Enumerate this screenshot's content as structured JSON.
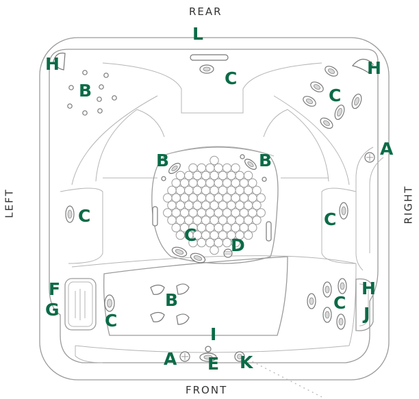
{
  "orientation": {
    "rear": "REAR",
    "front": "FRONT",
    "left": "LEFT",
    "right": "RIGHT"
  },
  "labels": [
    {
      "id": "L-top",
      "text": "L"
    },
    {
      "id": "H-left",
      "text": "H"
    },
    {
      "id": "H-right",
      "text": "H"
    },
    {
      "id": "C-top",
      "text": "C"
    },
    {
      "id": "B-topleft",
      "text": "B"
    },
    {
      "id": "C-topright",
      "text": "C"
    },
    {
      "id": "A-right",
      "text": "A"
    },
    {
      "id": "B-centerleft",
      "text": "B"
    },
    {
      "id": "B-centerright",
      "text": "B"
    },
    {
      "id": "C-left",
      "text": "C"
    },
    {
      "id": "C-right",
      "text": "C"
    },
    {
      "id": "C-center",
      "text": "C"
    },
    {
      "id": "D-center",
      "text": "D"
    },
    {
      "id": "F-left",
      "text": "F"
    },
    {
      "id": "G-left",
      "text": "G"
    },
    {
      "id": "C-lounge",
      "text": "C"
    },
    {
      "id": "B-lounge",
      "text": "B"
    },
    {
      "id": "H-front-right",
      "text": "H"
    },
    {
      "id": "C-front-right",
      "text": "C"
    },
    {
      "id": "J-front-right",
      "text": "J"
    },
    {
      "id": "I-front",
      "text": "I"
    },
    {
      "id": "A-front",
      "text": "A"
    },
    {
      "id": "E-front",
      "text": "E"
    },
    {
      "id": "K-front",
      "text": "K"
    }
  ],
  "colors": {
    "label": "#0b6b47",
    "outline": "#9a9a9a",
    "text": "#333333"
  }
}
